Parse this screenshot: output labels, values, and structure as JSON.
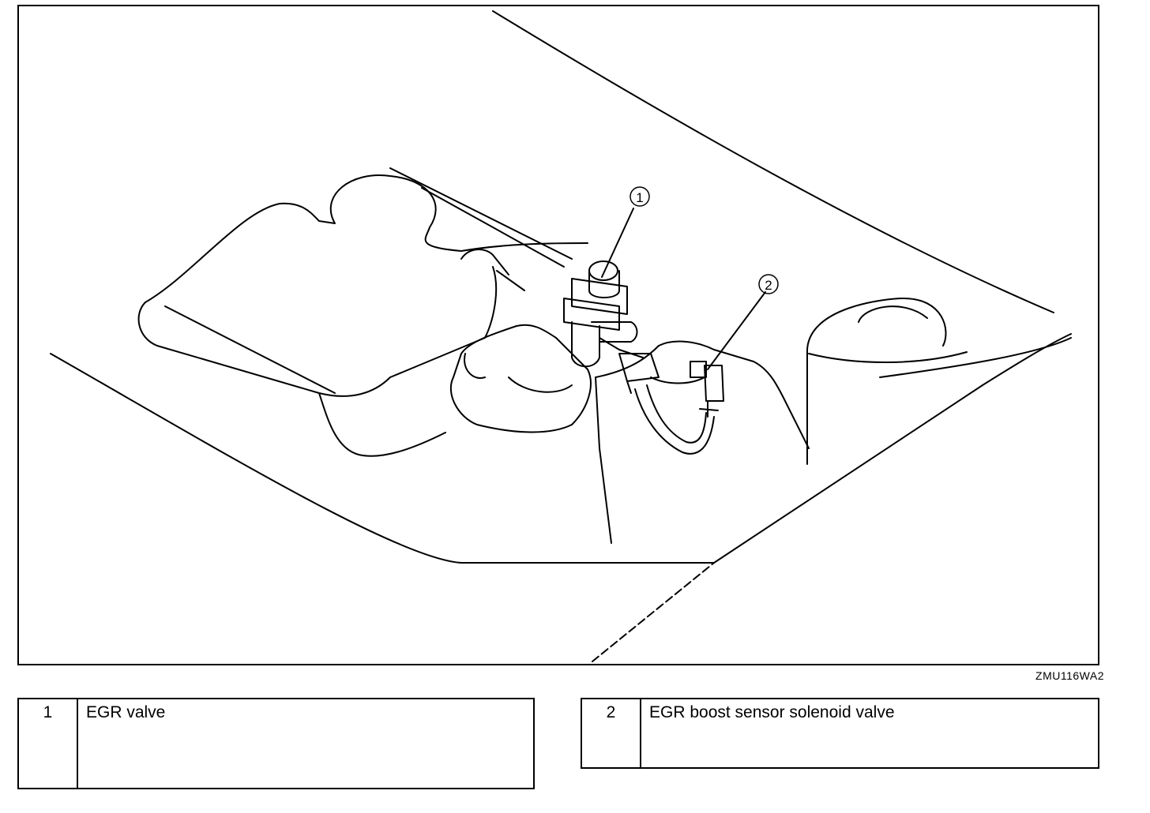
{
  "figure": {
    "code": "ZMU116WA2",
    "callouts": [
      {
        "number": "1"
      },
      {
        "number": "2"
      }
    ]
  },
  "legend": [
    {
      "number": "1",
      "label": "EGR valve"
    },
    {
      "number": "2",
      "label": "EGR boost sensor solenoid valve"
    }
  ]
}
